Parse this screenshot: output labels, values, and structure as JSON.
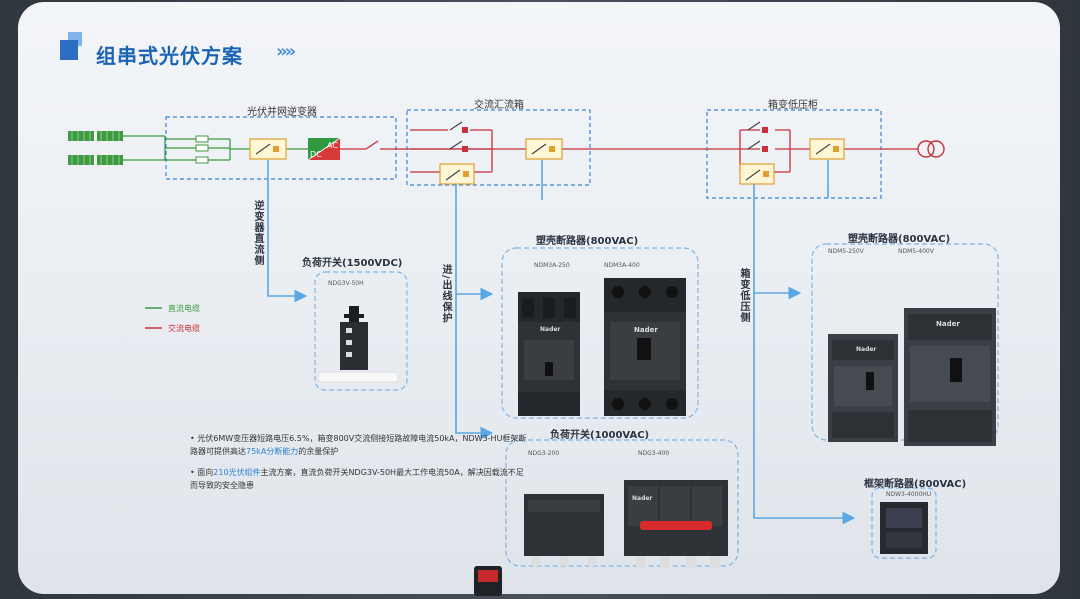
{
  "header": {
    "title": "组串式光伏方案",
    "chevron": "»»"
  },
  "boxes": {
    "inverter": "光伏并网逆变器",
    "ac_combiner": "交流汇流箱",
    "transformer_panel": "箱变低压柜"
  },
  "inverter_symbol": {
    "dc": "DC",
    "ac": "AC"
  },
  "side_labels": {
    "inverter_dc_side": "逆变器直流侧",
    "inout_protection": "进/出线保护",
    "transformer_lv_side": "箱变低压侧"
  },
  "legend": [
    {
      "label": "直流电缆",
      "color": "#3f9a3f"
    },
    {
      "label": "交流电缆",
      "color": "#c8303a"
    }
  ],
  "products": {
    "load_switch_dc": {
      "title": "负荷开关(1500VDC)",
      "models": [
        "NDG3V-50H"
      ]
    },
    "mccb_800": {
      "title": "塑壳断路器(800VAC)",
      "models": [
        "NDM3A-250",
        "NDM3A-400"
      ]
    },
    "load_switch_ac": {
      "title": "负荷开关(1000VAC)",
      "models": [
        "NDG3-200",
        "NDG3-400"
      ]
    },
    "mccb_800_right": {
      "title": "塑壳断路器(800VAC)",
      "models": [
        "NDM5-250V",
        "NDM5-400V"
      ]
    },
    "acb_800": {
      "title": "框架断路器(800VAC)",
      "models": [
        "NDW3-4000HU"
      ]
    }
  },
  "brand": "Nader",
  "notes": [
    {
      "parts": [
        "光伏6MW变压器短路电压6.5%，箱变800V交流侧接短路故障电流50kA，NDW3-HU框架断路器可提供高达",
        "75kA分断能力",
        "的余量保护"
      ]
    },
    {
      "parts": [
        "面向",
        "210光伏组件",
        "主流方案，直流负荷开关NDG3V-50H最大工作电流50A，解决因载流不足而导致的安全隐患"
      ]
    }
  ],
  "colors": {
    "accent": "#1b64b4",
    "dc_line": "#3f9a3f",
    "ac_line": "#c8303a",
    "box_border": "#3b86d6",
    "arrow": "#5aa7e6"
  }
}
